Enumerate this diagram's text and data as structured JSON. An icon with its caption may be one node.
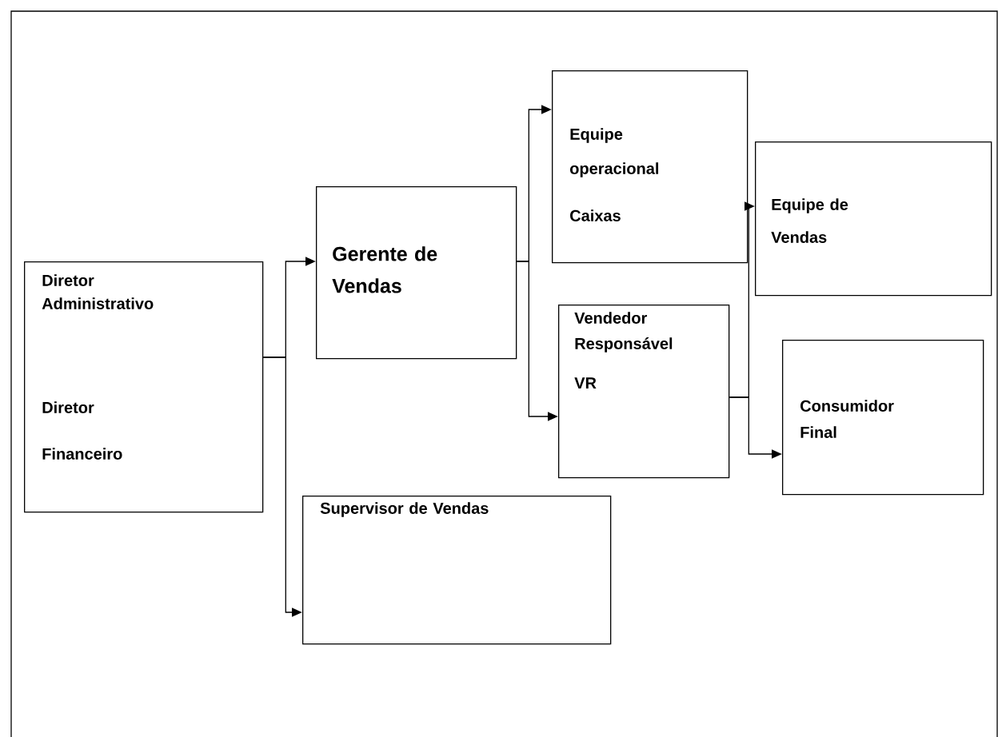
{
  "diagram": {
    "nodes": [
      {
        "text": [
          "Diretor Administrativo",
          "Diretor Financeiro"
        ]
      },
      {
        "text": [
          "Gerente de Vendas"
        ]
      },
      {
        "text": [
          "Equipe operacional",
          "Caixas"
        ]
      },
      {
        "text": [
          "Vendedor Responsável",
          "VR"
        ]
      },
      {
        "text": [
          "Supervisor de Vendas"
        ]
      },
      {
        "text": [
          "Equipe de Vendas"
        ]
      },
      {
        "text": [
          "Consumidor Final"
        ]
      }
    ],
    "edges": [
      {
        "from": 0,
        "to": 1,
        "arrow": "to"
      },
      {
        "from": 0,
        "to": 4,
        "arrow": "to"
      },
      {
        "from": 1,
        "to": 2,
        "arrow": "to"
      },
      {
        "from": 1,
        "to": 3,
        "arrow": "to"
      },
      {
        "from": 3,
        "to": 5,
        "arrow": "to"
      },
      {
        "from": 3,
        "to": 6,
        "arrow": "to"
      }
    ]
  }
}
